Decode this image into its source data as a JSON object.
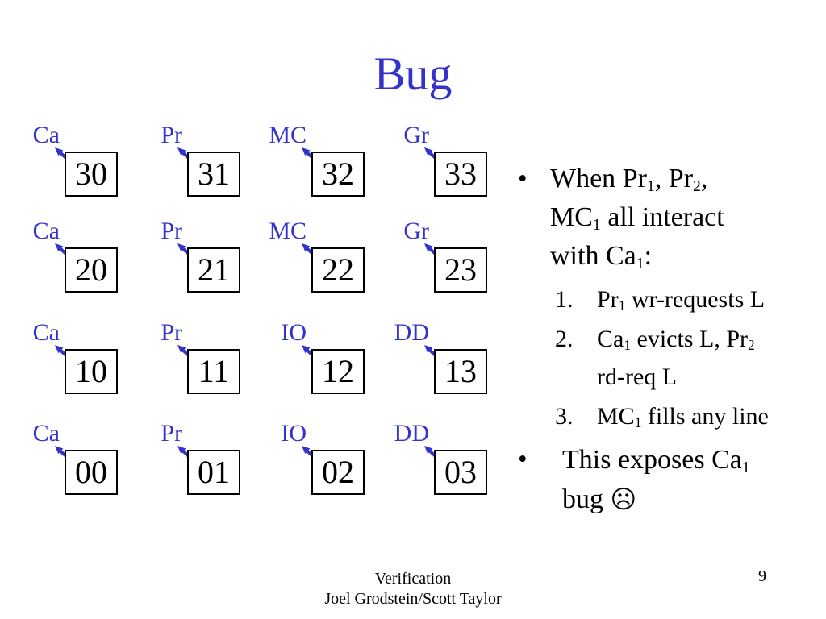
{
  "slide": {
    "title": "Bug",
    "colors": {
      "accent_blue": "#3333cc",
      "text_black": "#000000"
    },
    "diagram": {
      "rows": [
        {
          "cells": [
            {
              "label": "Ca",
              "value": "30"
            },
            {
              "label": "Pr",
              "value": "31"
            },
            {
              "label": "MC",
              "value": "32"
            },
            {
              "label": "Gr",
              "value": "33"
            }
          ]
        },
        {
          "cells": [
            {
              "label": "Ca",
              "value": "20"
            },
            {
              "label": "Pr",
              "value": "21"
            },
            {
              "label": "MC",
              "value": "22"
            },
            {
              "label": "Gr",
              "value": "23"
            }
          ]
        },
        {
          "cells": [
            {
              "label": "Ca",
              "value": "10"
            },
            {
              "label": "Pr",
              "value": "11"
            },
            {
              "label": "IO",
              "value": "12"
            },
            {
              "label": "DD",
              "value": "13"
            }
          ]
        },
        {
          "cells": [
            {
              "label": "Ca",
              "value": "00"
            },
            {
              "label": "Pr",
              "value": "01"
            },
            {
              "label": "IO",
              "value": "02"
            },
            {
              "label": "DD",
              "value": "03"
            }
          ]
        }
      ]
    },
    "bullets": {
      "bullet1": {
        "marker": "•",
        "line1": [
          {
            "t": "When Pr"
          },
          {
            "t": "1",
            "sub": 1
          },
          {
            "t": ", Pr"
          },
          {
            "t": "2",
            "sub": 1
          },
          {
            "t": ","
          }
        ],
        "line2": [
          {
            "t": "MC"
          },
          {
            "t": "1",
            "sub": 1
          },
          {
            "t": " all interact"
          }
        ],
        "line3": [
          {
            "t": "with Ca"
          },
          {
            "t": "1",
            "sub": 1
          },
          {
            "t": ":"
          }
        ]
      },
      "numbered": {
        "item1": {
          "number": "1.",
          "line1": [
            {
              "t": "Pr"
            },
            {
              "t": "1",
              "sub": 1
            },
            {
              "t": " wr-requests L"
            }
          ]
        },
        "item2": {
          "number": "2.",
          "line1": [
            {
              "t": "Ca"
            },
            {
              "t": "1",
              "sub": 1
            },
            {
              "t": " evicts L, Pr"
            },
            {
              "t": "2",
              "sub": 1
            }
          ],
          "line2": [
            {
              "t": "rd-req L"
            }
          ]
        },
        "item3": {
          "number": "3.",
          "line1": [
            {
              "t": "MC"
            },
            {
              "t": "1",
              "sub": 1
            },
            {
              "t": " fills any line"
            }
          ]
        }
      },
      "bullet2": {
        "marker": "•",
        "line1": [
          {
            "t": "This exposes Ca"
          },
          {
            "t": "1",
            "sub": 1
          }
        ],
        "line2": [
          {
            "t": "bug "
          },
          {
            "t": "☹",
            "cls": "face"
          }
        ]
      }
    },
    "footer": {
      "course": "Verification",
      "authors": "Joel Grodstein/Scott Taylor",
      "page_number": "9"
    }
  }
}
